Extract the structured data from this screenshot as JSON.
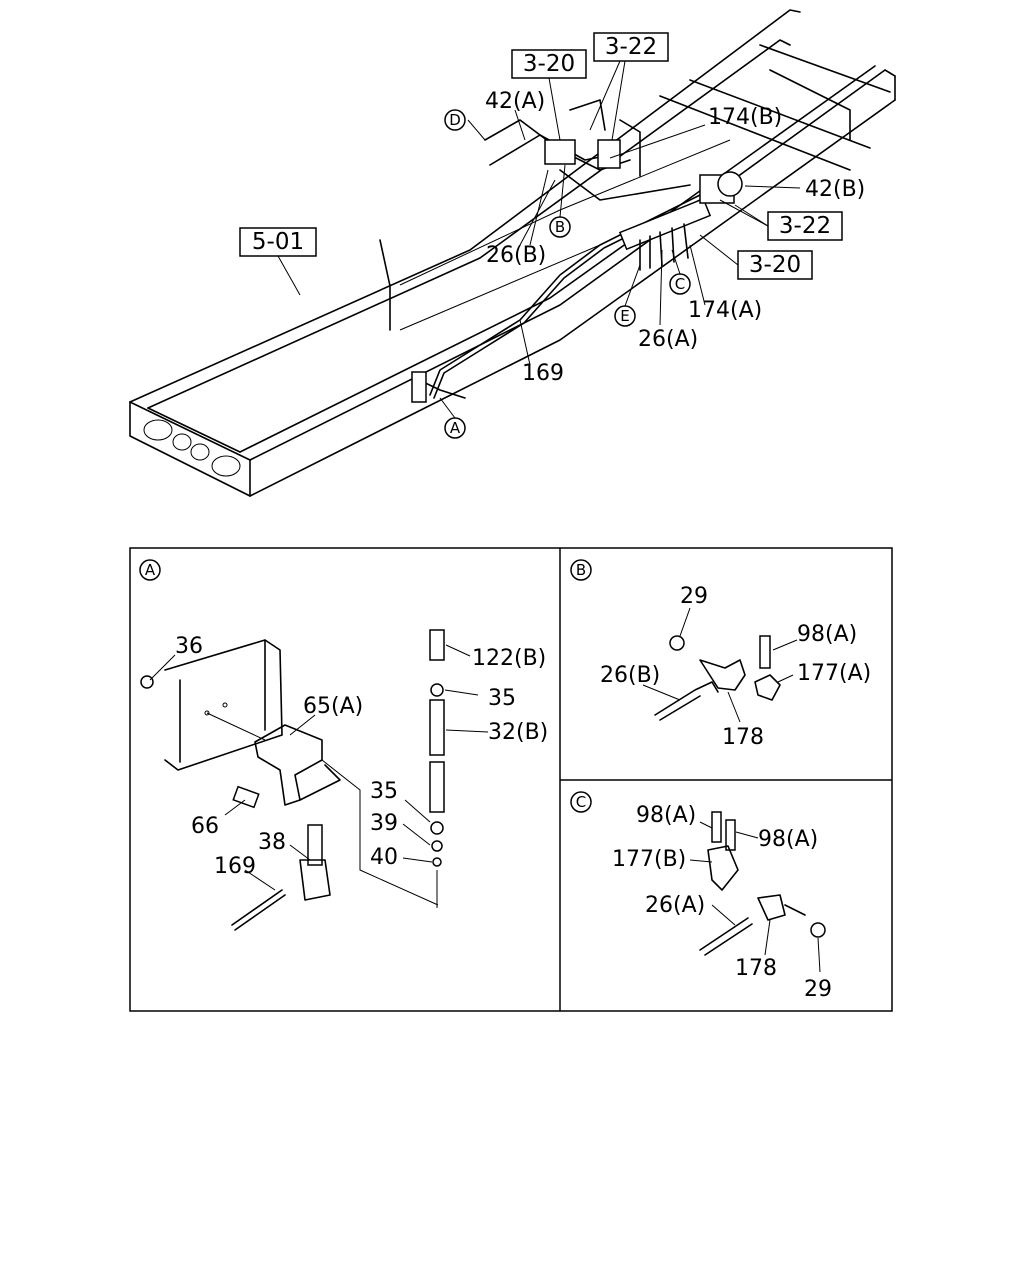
{
  "main": {
    "ref_boxes": [
      "3-20",
      "3-22",
      "5-01",
      "3-22",
      "3-20"
    ],
    "callouts": [
      "42(A)",
      "174(B)",
      "42(B)",
      "26(B)",
      "174(A)",
      "26(A)",
      "169"
    ],
    "circle_markers": [
      "D",
      "B",
      "C",
      "E",
      "A"
    ]
  },
  "detail_a": {
    "marker": "A",
    "callouts": [
      "36",
      "65(A)",
      "66",
      "38",
      "169",
      "122(B)",
      "35",
      "32(B)",
      "35",
      "39",
      "40"
    ]
  },
  "detail_b": {
    "marker": "B",
    "callouts": [
      "29",
      "98(A)",
      "26(B)",
      "177(A)",
      "178"
    ]
  },
  "detail_c": {
    "marker": "C",
    "callouts": [
      "98(A)",
      "98(A)",
      "177(B)",
      "26(A)",
      "178",
      "29"
    ]
  }
}
